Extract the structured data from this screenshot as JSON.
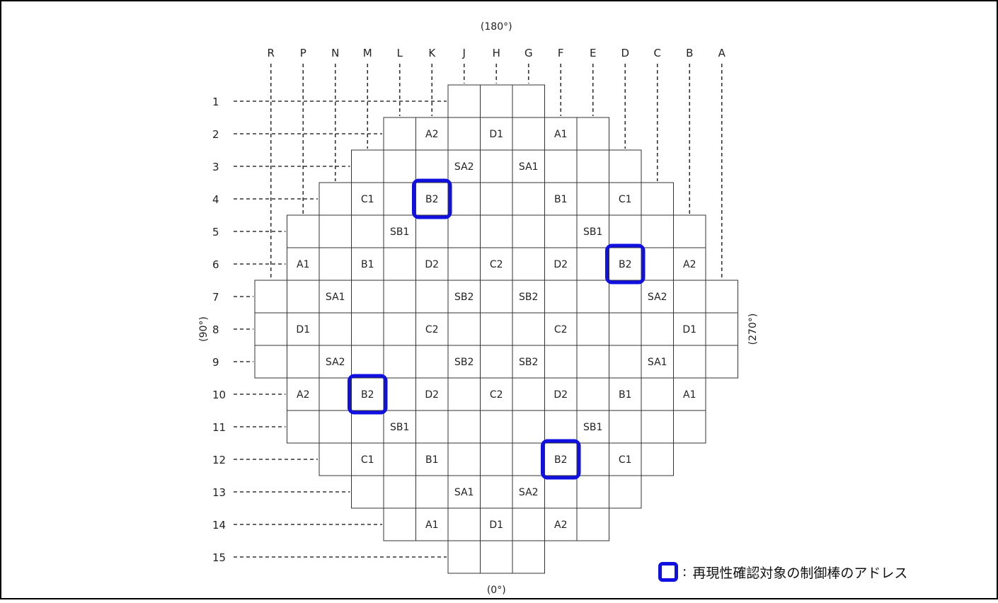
{
  "orientation": {
    "top": "(180°)",
    "bottom": "(0°)",
    "left": "(90°)",
    "right": "(270°)"
  },
  "column_letters": [
    "R",
    "P",
    "N",
    "M",
    "L",
    "K",
    "J",
    "H",
    "G",
    "F",
    "E",
    "D",
    "C",
    "B",
    "A"
  ],
  "row_numbers": [
    "1",
    "2",
    "3",
    "4",
    "5",
    "6",
    "7",
    "8",
    "9",
    "10",
    "11",
    "12",
    "13",
    "14",
    "15"
  ],
  "core_rows": [
    {
      "row": 1,
      "from": 6,
      "to": 8
    },
    {
      "row": 2,
      "from": 4,
      "to": 10
    },
    {
      "row": 3,
      "from": 3,
      "to": 11
    },
    {
      "row": 4,
      "from": 2,
      "to": 12
    },
    {
      "row": 5,
      "from": 1,
      "to": 13
    },
    {
      "row": 6,
      "from": 1,
      "to": 13
    },
    {
      "row": 7,
      "from": 0,
      "to": 14
    },
    {
      "row": 8,
      "from": 0,
      "to": 14
    },
    {
      "row": 9,
      "from": 0,
      "to": 14
    },
    {
      "row": 10,
      "from": 1,
      "to": 13
    },
    {
      "row": 11,
      "from": 1,
      "to": 13
    },
    {
      "row": 12,
      "from": 2,
      "to": 12
    },
    {
      "row": 13,
      "from": 3,
      "to": 11
    },
    {
      "row": 14,
      "from": 4,
      "to": 10
    },
    {
      "row": 15,
      "from": 6,
      "to": 8
    }
  ],
  "rod_labels": [
    {
      "row": 2,
      "col": 5,
      "label": "A2"
    },
    {
      "row": 2,
      "col": 7,
      "label": "D1"
    },
    {
      "row": 2,
      "col": 9,
      "label": "A1"
    },
    {
      "row": 3,
      "col": 6,
      "label": "SA2"
    },
    {
      "row": 3,
      "col": 8,
      "label": "SA1"
    },
    {
      "row": 4,
      "col": 3,
      "label": "C1"
    },
    {
      "row": 4,
      "col": 5,
      "label": "B2",
      "highlight": true
    },
    {
      "row": 4,
      "col": 9,
      "label": "B1"
    },
    {
      "row": 4,
      "col": 11,
      "label": "C1"
    },
    {
      "row": 5,
      "col": 4,
      "label": "SB1"
    },
    {
      "row": 5,
      "col": 10,
      "label": "SB1"
    },
    {
      "row": 6,
      "col": 1,
      "label": "A1"
    },
    {
      "row": 6,
      "col": 3,
      "label": "B1"
    },
    {
      "row": 6,
      "col": 5,
      "label": "D2"
    },
    {
      "row": 6,
      "col": 7,
      "label": "C2"
    },
    {
      "row": 6,
      "col": 9,
      "label": "D2"
    },
    {
      "row": 6,
      "col": 11,
      "label": "B2",
      "highlight": true
    },
    {
      "row": 6,
      "col": 13,
      "label": "A2"
    },
    {
      "row": 7,
      "col": 2,
      "label": "SA1"
    },
    {
      "row": 7,
      "col": 6,
      "label": "SB2"
    },
    {
      "row": 7,
      "col": 8,
      "label": "SB2"
    },
    {
      "row": 7,
      "col": 12,
      "label": "SA2"
    },
    {
      "row": 8,
      "col": 1,
      "label": "D1"
    },
    {
      "row": 8,
      "col": 5,
      "label": "C2"
    },
    {
      "row": 8,
      "col": 9,
      "label": "C2"
    },
    {
      "row": 8,
      "col": 13,
      "label": "D1"
    },
    {
      "row": 9,
      "col": 2,
      "label": "SA2"
    },
    {
      "row": 9,
      "col": 6,
      "label": "SB2"
    },
    {
      "row": 9,
      "col": 8,
      "label": "SB2"
    },
    {
      "row": 9,
      "col": 12,
      "label": "SA1"
    },
    {
      "row": 10,
      "col": 1,
      "label": "A2"
    },
    {
      "row": 10,
      "col": 3,
      "label": "B2",
      "highlight": true
    },
    {
      "row": 10,
      "col": 5,
      "label": "D2"
    },
    {
      "row": 10,
      "col": 7,
      "label": "C2"
    },
    {
      "row": 10,
      "col": 9,
      "label": "D2"
    },
    {
      "row": 10,
      "col": 11,
      "label": "B1"
    },
    {
      "row": 10,
      "col": 13,
      "label": "A1"
    },
    {
      "row": 11,
      "col": 4,
      "label": "SB1"
    },
    {
      "row": 11,
      "col": 10,
      "label": "SB1"
    },
    {
      "row": 12,
      "col": 3,
      "label": "C1"
    },
    {
      "row": 12,
      "col": 5,
      "label": "B1"
    },
    {
      "row": 12,
      "col": 9,
      "label": "B2",
      "highlight": true
    },
    {
      "row": 12,
      "col": 11,
      "label": "C1"
    },
    {
      "row": 13,
      "col": 6,
      "label": "SA1"
    },
    {
      "row": 13,
      "col": 8,
      "label": "SA2"
    },
    {
      "row": 14,
      "col": 5,
      "label": "A1"
    },
    {
      "row": 14,
      "col": 7,
      "label": "D1"
    },
    {
      "row": 14,
      "col": 9,
      "label": "A2"
    }
  ],
  "highlight_color": "#1010e0",
  "legend": {
    "colon": ":",
    "text": "再現性確認対象の制御棒のアドレス"
  }
}
